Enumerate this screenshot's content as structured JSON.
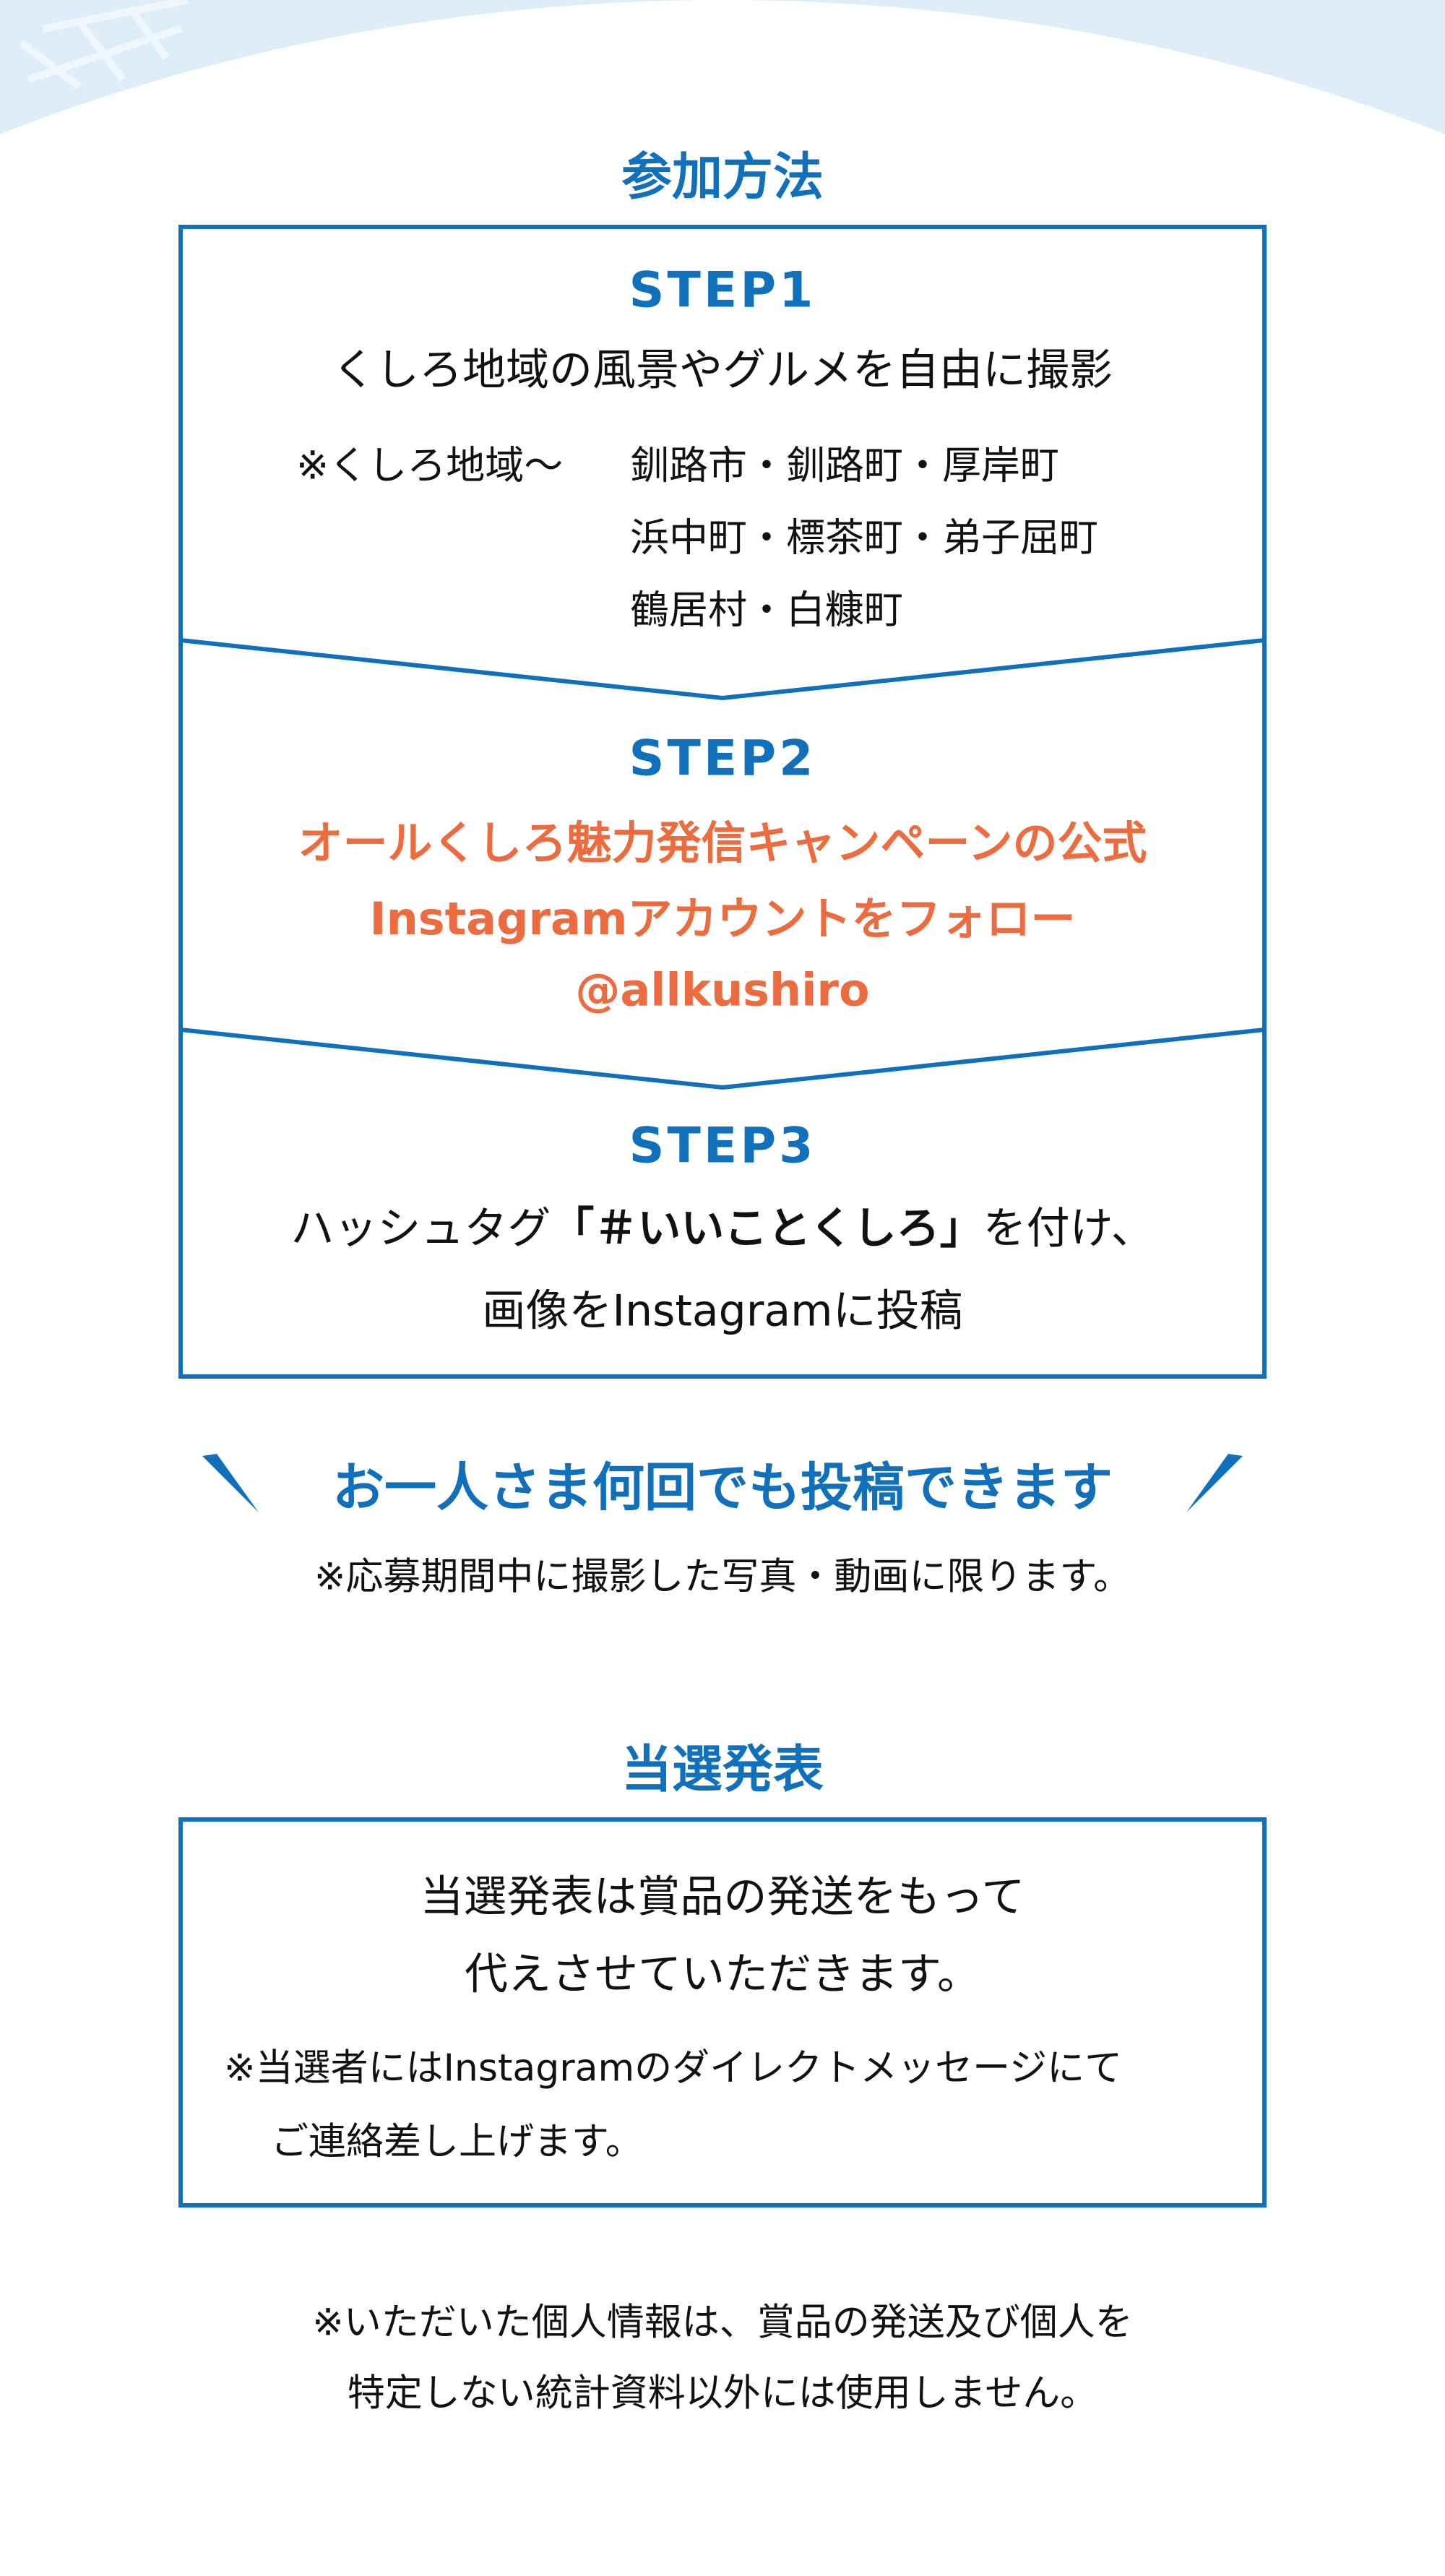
{
  "colors": {
    "accent": "#1170bb",
    "orange": "#ec6b3f",
    "bg": "#deeef9"
  },
  "participation": {
    "heading": "参加方法",
    "step1": {
      "label": "STEP1",
      "text": "くしろ地域の風景やグルメを自由に撮影",
      "area_label": "※くしろ地域～",
      "areas": [
        "釧路市・釧路町・厚岸町",
        "浜中町・標茶町・弟子屈町",
        "鶴居村・白糠町"
      ]
    },
    "step2": {
      "label": "STEP2",
      "lines": [
        "オールくしろ魅力発信キャンペーンの公式",
        "Instagramアカウントをフォロー",
        "@allkushiro"
      ]
    },
    "step3": {
      "label": "STEP3",
      "line1_pre": "ハッシュタグ",
      "hashtag": "「＃いいことくしろ」",
      "line1_post": "を付け、",
      "line2": "画像をInstagramに投稿"
    },
    "multi_post": "お一人さま何回でも投稿できます",
    "period_note": "※応募期間中に撮影した写真・動画に限ります。"
  },
  "announcement": {
    "heading": "当選発表",
    "lines": [
      "当選発表は賞品の発送をもって",
      "代えさせていただきます。"
    ],
    "notes": [
      "※当選者にはInstagramのダイレクトメッセージにて",
      "ご連絡差し上げます。"
    ]
  },
  "privacy": [
    "※いただいた個人情報は、賞品の発送及び個人を",
    "特定しない統計資料以外には使用しません。"
  ]
}
